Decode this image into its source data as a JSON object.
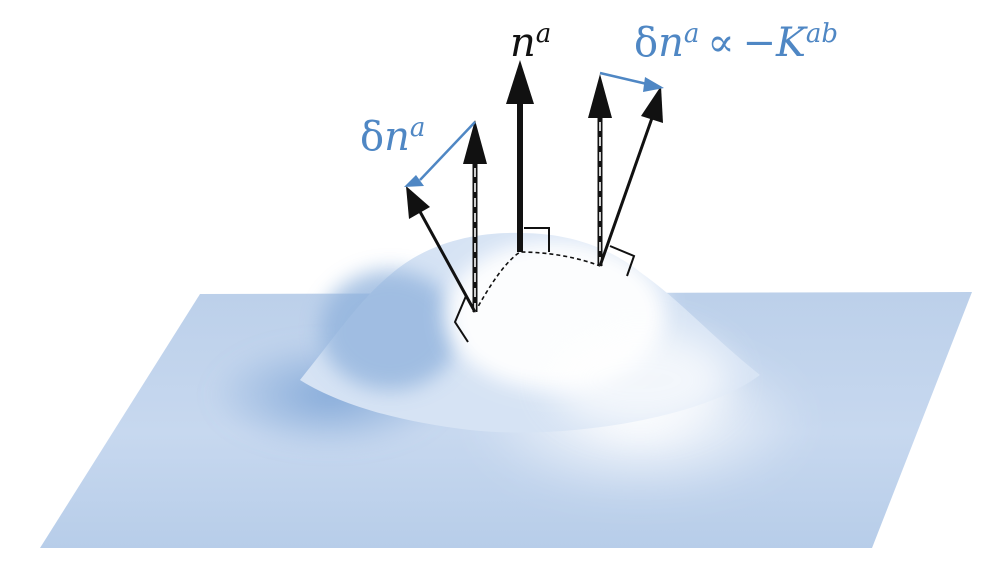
{
  "labels": {
    "normal": {
      "base": "n",
      "sup": "a"
    },
    "delta_normal": {
      "delta": "δ",
      "base": "n",
      "sup": "a"
    },
    "delta_normal_relation": {
      "delta": "δ",
      "base": "n",
      "sup": "a",
      "proportional": "∝",
      "minus": "−",
      "k_base": "K",
      "k_sup": "ab"
    }
  },
  "colors": {
    "label_blue": "#4f87c4",
    "arrow_black": "#111111",
    "surface_edge": "#b9cde9",
    "surface_mid": "#a9c3e6",
    "surface_shadow": "#7ea6d6",
    "surface_highlight": "#ffffff"
  }
}
